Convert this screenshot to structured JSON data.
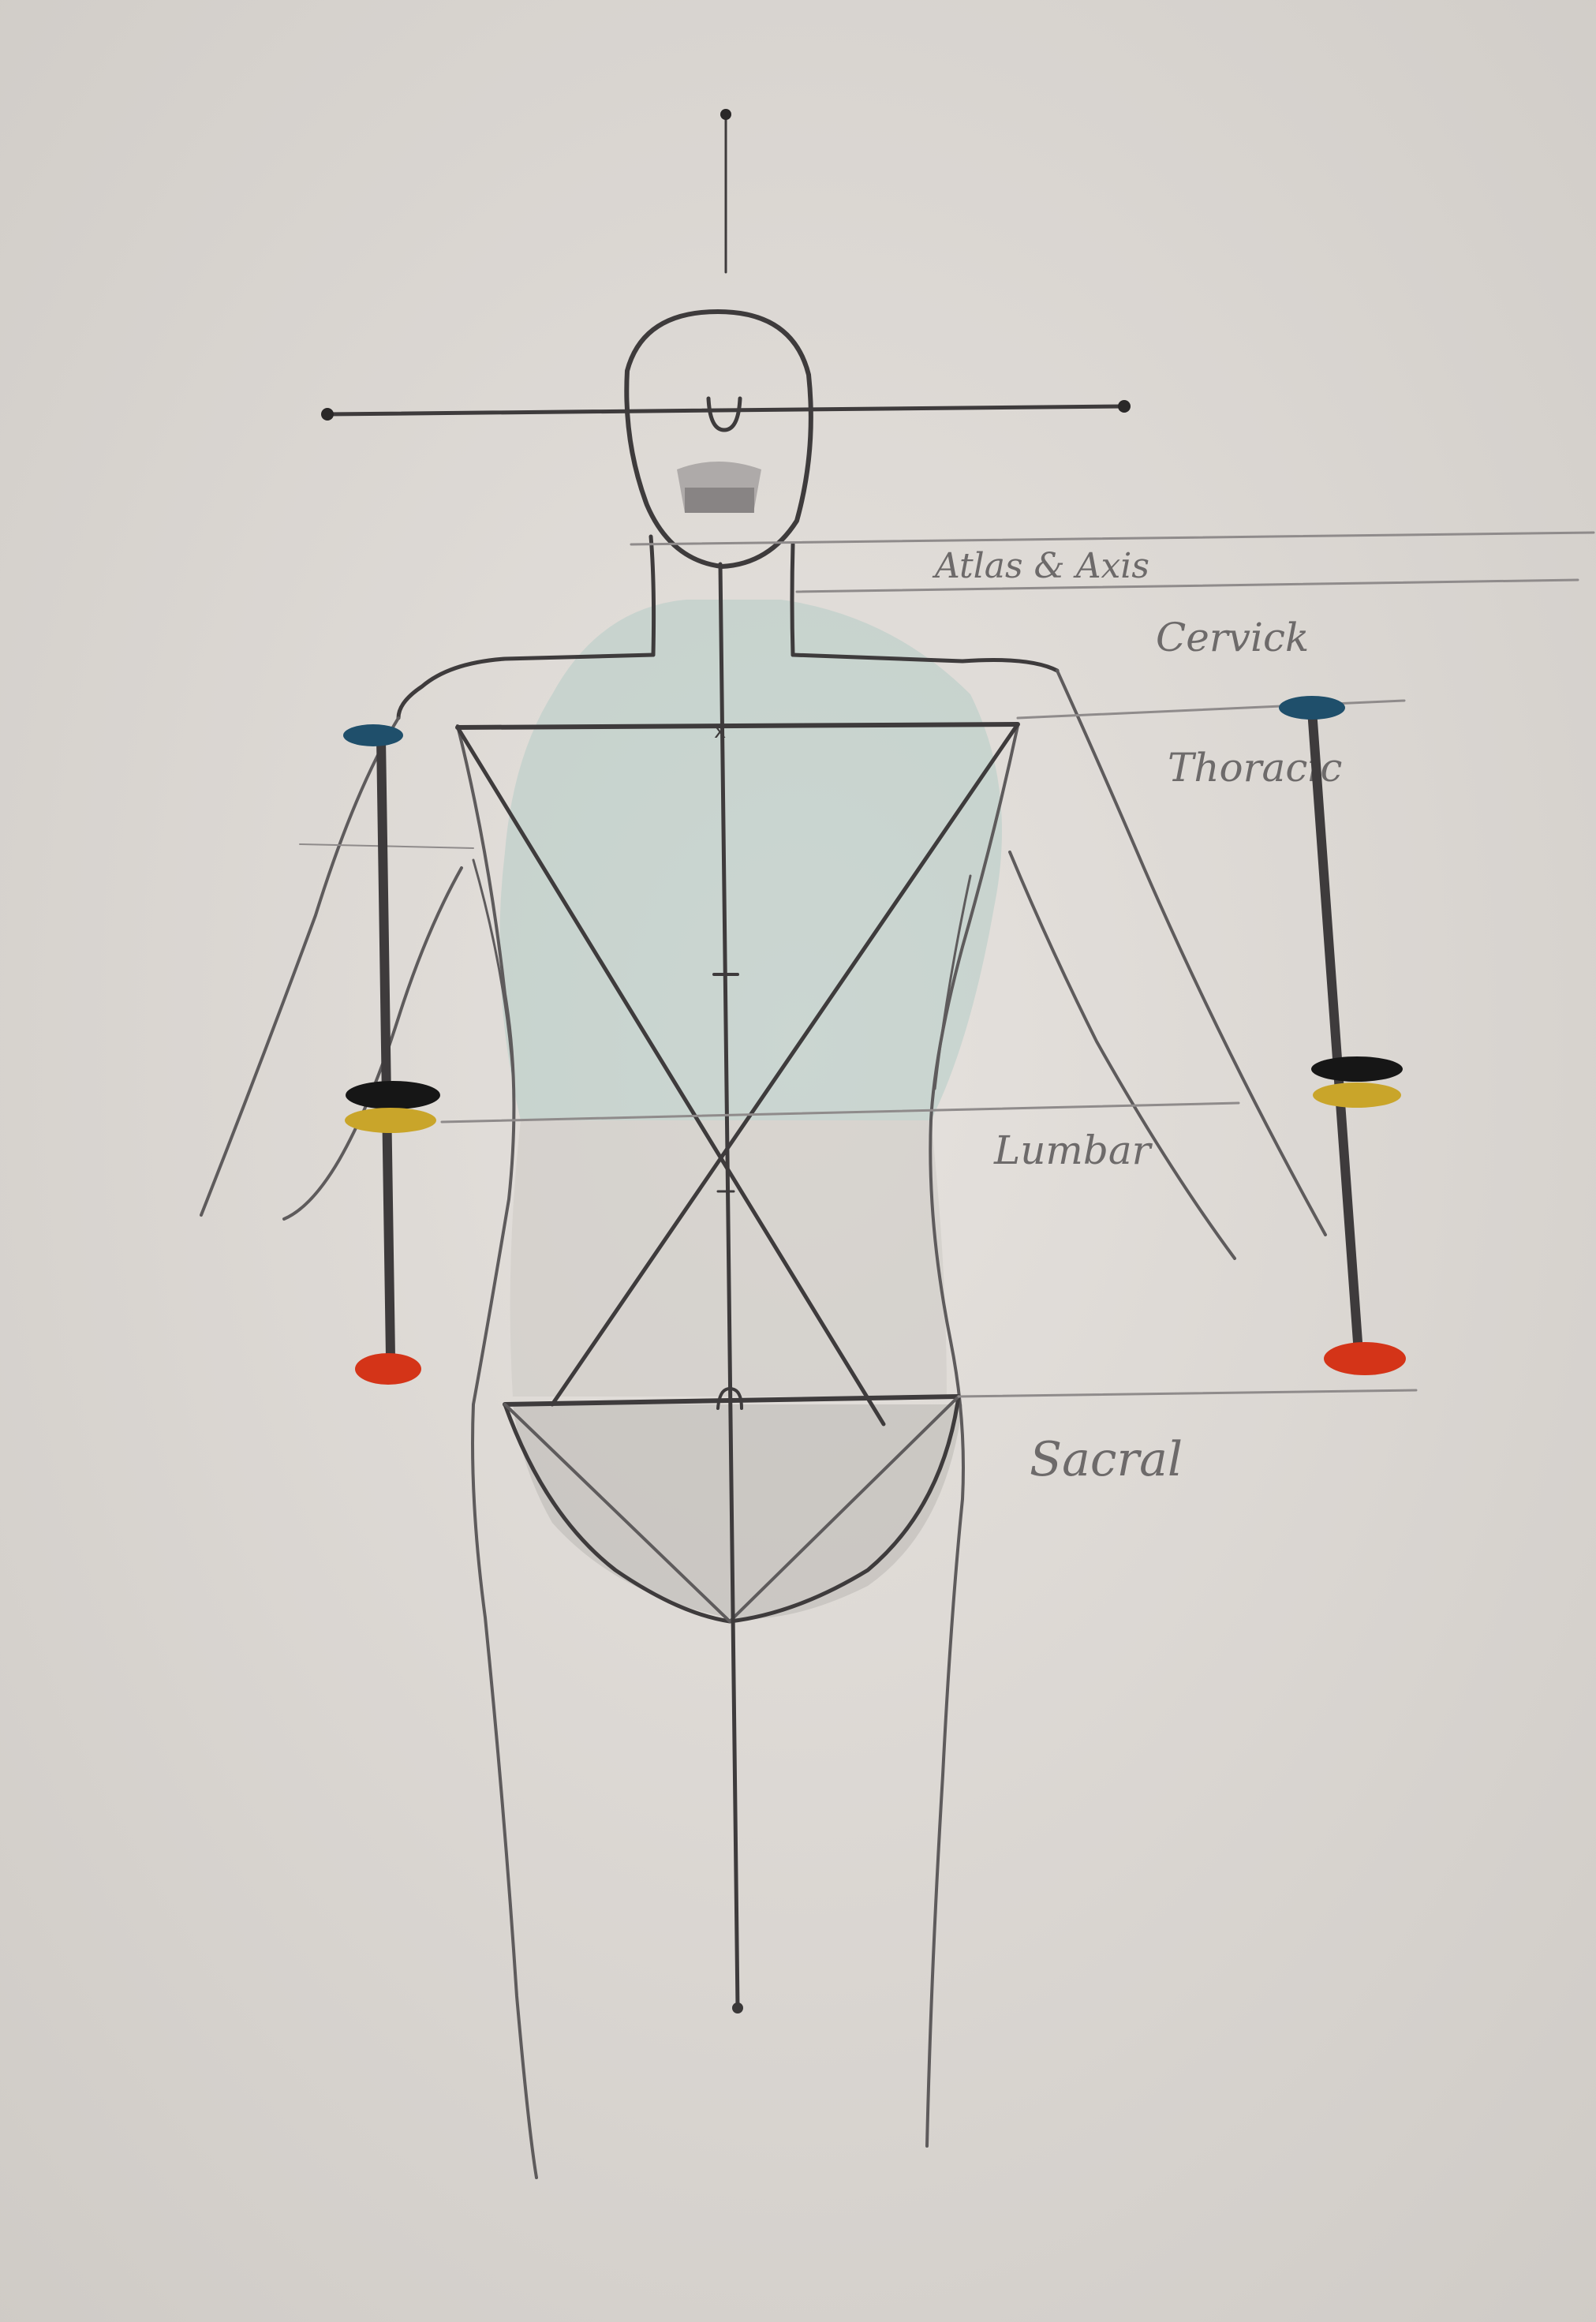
{
  "labels": {
    "atlas_axis": "Atlas & Axis",
    "cervical": "Cervick",
    "thoracic": "Thoracic",
    "lumbar": "Lumbar",
    "sacral": "Sacral"
  },
  "colors": {
    "paper": "#dcd8d4",
    "pencil": "#5e5b5c",
    "thorax_shading": "#b4ccc6",
    "pelvis_shading": "#c9c6c1",
    "marker_blue": "#1f4f6b",
    "marker_black": "#161616",
    "marker_yellow": "#c9a52a",
    "marker_red": "#d43418"
  },
  "icons": {
    "head": "sketched-head",
    "markers": "colored-band-markers"
  }
}
